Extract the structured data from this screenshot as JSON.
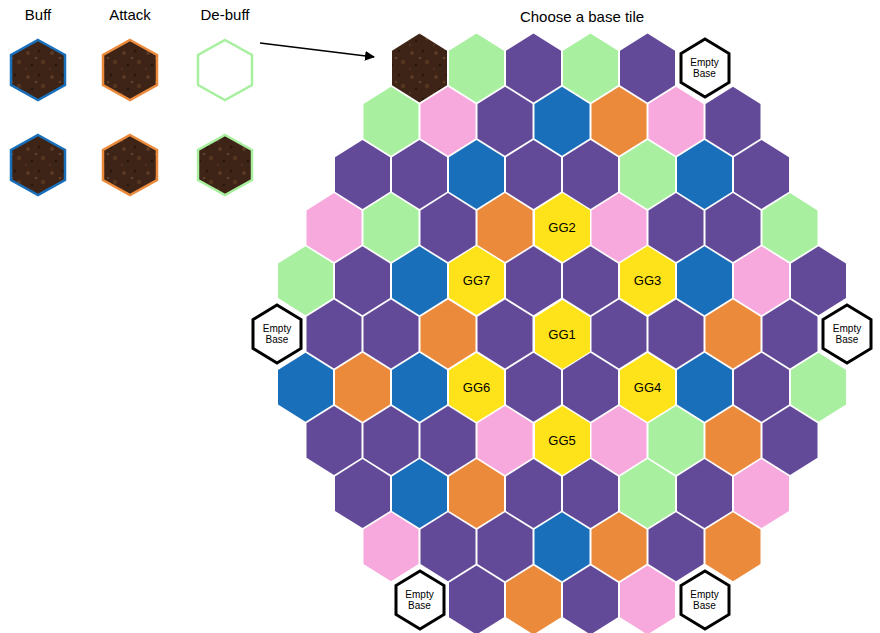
{
  "diagram": {
    "title": "Choose a base tile",
    "nodes": [
      {
        "text": [
          "Empty Base"
        ]
      },
      {
        "text": [
          "GG2"
        ]
      },
      {
        "text": [
          "GG7"
        ]
      },
      {
        "text": [
          "GG3"
        ]
      },
      {
        "text": [
          "Empty Base"
        ]
      },
      {
        "text": [
          "GG1"
        ]
      },
      {
        "text": [
          "Empty Base"
        ]
      },
      {
        "text": [
          "GG6"
        ]
      },
      {
        "text": [
          "GG4"
        ]
      },
      {
        "text": [
          "GG5"
        ]
      },
      {
        "text": [
          "Empty Base"
        ]
      },
      {
        "text": [
          "Empty Base"
        ]
      }
    ],
    "labels": [
      "Buff",
      "Attack",
      "De-buff"
    ]
  }
}
